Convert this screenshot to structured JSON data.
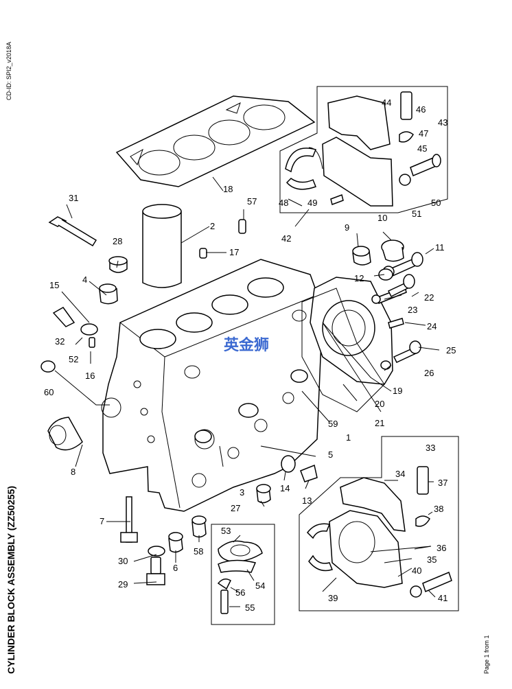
{
  "cd_id": "CD-ID: SPI2_v2018A",
  "title": "CYLINDER BLOCK ASSEMBLY (ZZ50255)",
  "page_label": "Page 1 from 1",
  "watermark": "英金狮",
  "callouts": [
    "1",
    "2",
    "3",
    "4",
    "5",
    "6",
    "7",
    "8",
    "9",
    "10",
    "11",
    "12",
    "13",
    "14",
    "15",
    "16",
    "17",
    "18",
    "19",
    "20",
    "21",
    "22",
    "23",
    "24",
    "25",
    "26",
    "27",
    "28",
    "29",
    "30",
    "31",
    "32",
    "33",
    "34",
    "35",
    "36",
    "37",
    "38",
    "39",
    "40",
    "41",
    "42",
    "43",
    "44",
    "45",
    "46",
    "47",
    "48",
    "49",
    "50",
    "51",
    "52",
    "53",
    "54",
    "55",
    "56",
    "57",
    "58",
    "59",
    "60"
  ],
  "colors": {
    "line": "#000000",
    "background": "#ffffff",
    "watermark": "#1a4fc9"
  }
}
